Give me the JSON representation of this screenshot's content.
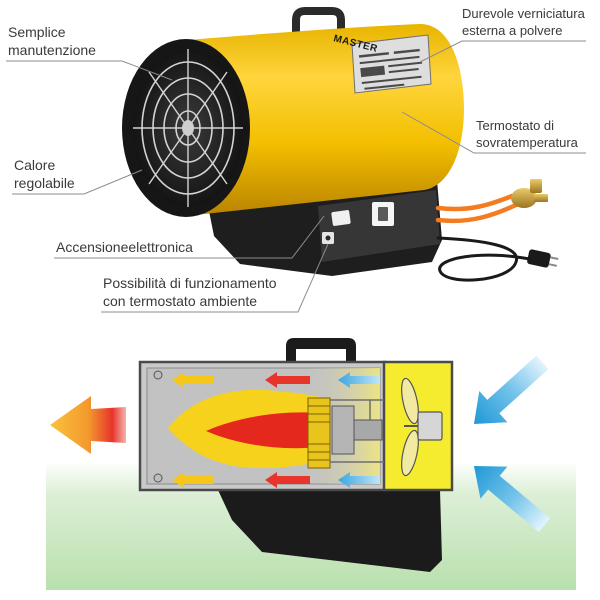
{
  "logo": {
    "brand": "MASTER"
  },
  "callouts": {
    "maintenance": {
      "lines": [
        "Semplice",
        "manutenzione"
      ]
    },
    "powder_coating": {
      "lines": [
        "Durevole verniciatura",
        "esterna a polvere"
      ]
    },
    "adjustable_heat": {
      "lines": [
        "Calore",
        "regolabile"
      ]
    },
    "overheat_thermostat": {
      "lines": [
        "Termostato di",
        "sovratemperatura"
      ]
    },
    "electronic_ignition": {
      "lines": [
        "Accensioneelettronica"
      ]
    },
    "room_thermostat": {
      "lines": [
        "Possibilità di funzionamento",
        "con termostato ambiente"
      ]
    }
  },
  "colors": {
    "heater_yellow": "#f2c200",
    "flame_yellow": "#f7d21d",
    "flame_red": "#e5281d",
    "hot_air": "#f49a2e",
    "cold_air": "#2a9fd9",
    "gas_hose": "#f47b20",
    "ground": "#bfe3b4"
  }
}
